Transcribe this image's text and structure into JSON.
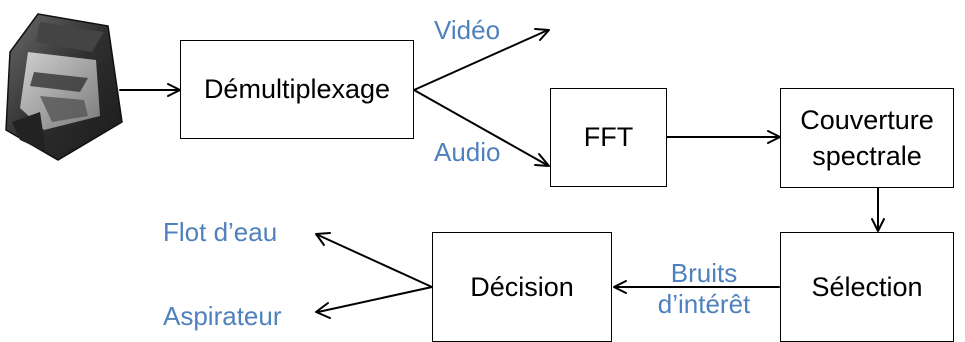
{
  "boxes": {
    "demux": "Démultiplexage",
    "fft": "FFT",
    "coverage_line1": "Couverture",
    "coverage_line2": "spectrale",
    "selection": "Sélection",
    "decision": "Décision"
  },
  "labels": {
    "video": "Vidéo",
    "audio": "Audio",
    "noise_line1": "Bruits",
    "noise_line2": "d’intérêt",
    "water_flow": "Flot d’eau",
    "vacuum": "Aspirateur"
  },
  "colors": {
    "label_blue": "#4f81bd",
    "line": "#000000"
  },
  "icons": {
    "source": "sd-card-icon"
  }
}
